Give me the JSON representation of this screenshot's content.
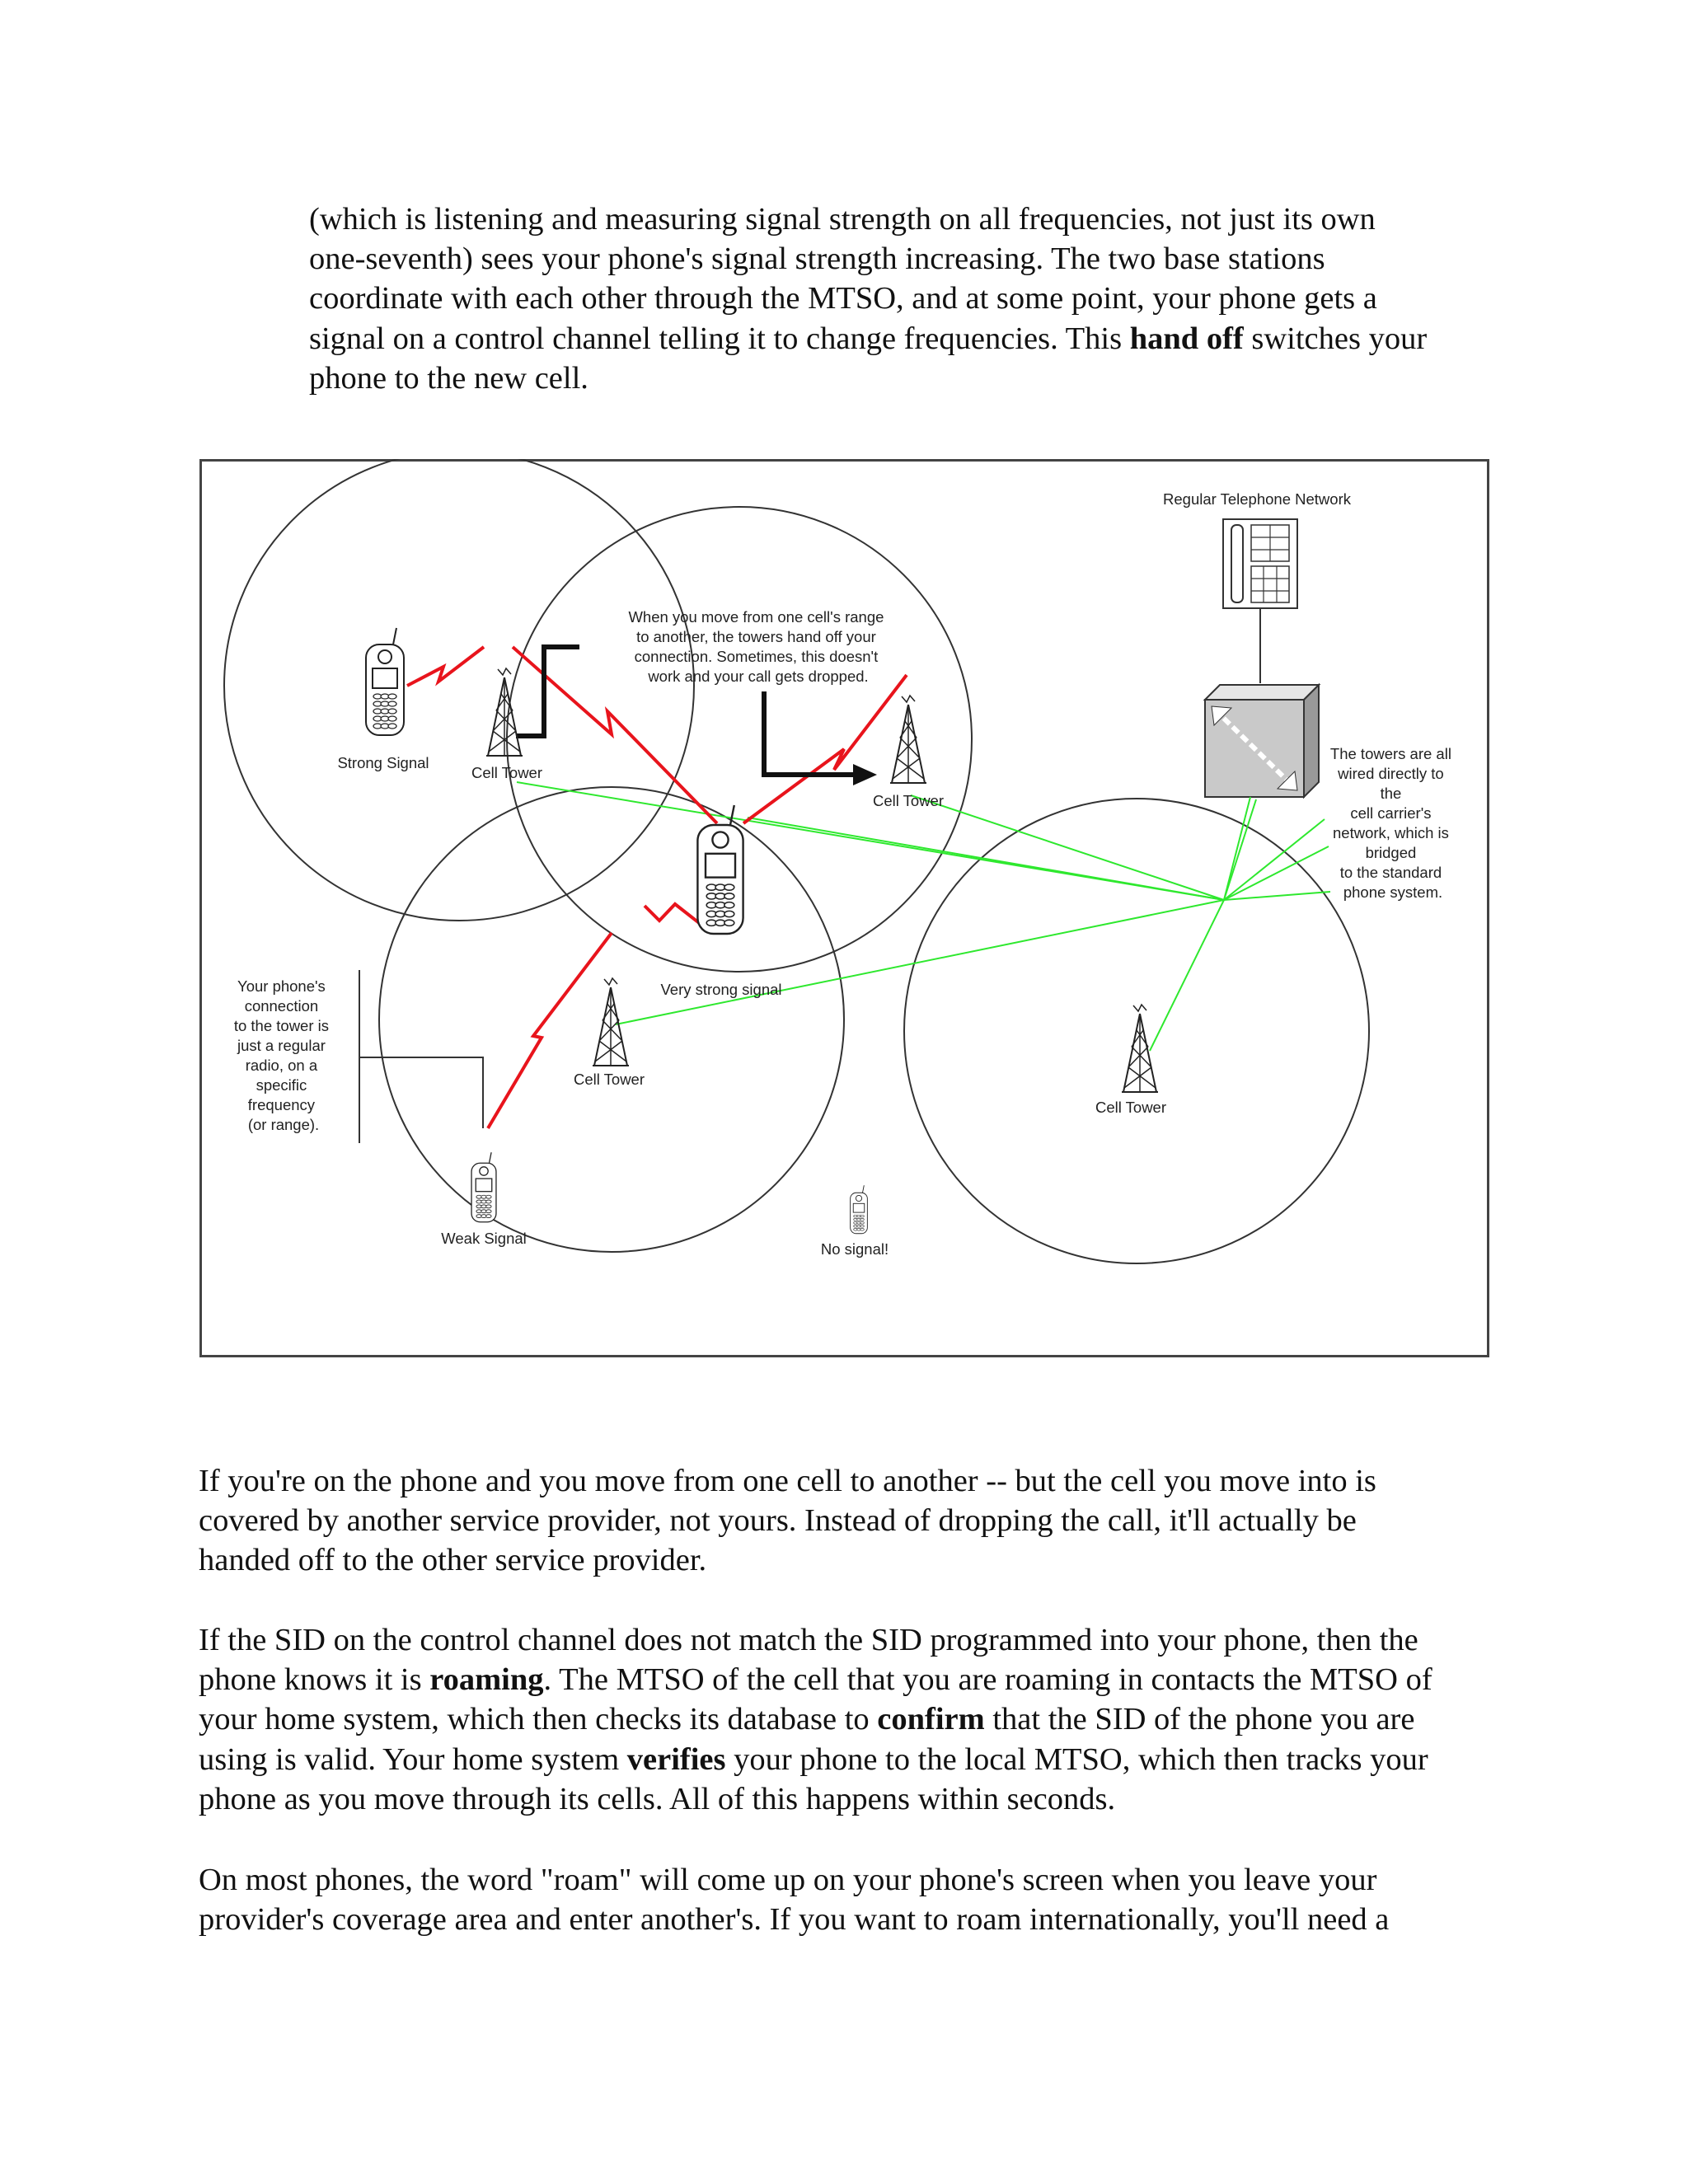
{
  "paragraphs": {
    "top": {
      "lines": [
        "(which is listening and measuring signal strength on all frequencies, not just its own",
        "one-seventh) sees your phone's signal strength increasing. The two base stations",
        "coordinate with each other through the MTSO, and at some point, your phone gets a"
      ],
      "line4_pre": "signal on a control channel telling it to change frequencies. This ",
      "line4_bold": "hand off",
      "line4_post": " switches your",
      "line5": "phone to the new cell."
    },
    "handoff": {
      "lines": [
        "If you're on the phone and you move from one cell to another -- but the cell you move into is",
        "covered by another service provider, not yours. Instead of dropping the call, it'll actually be",
        "handed off to the other service provider."
      ]
    },
    "sid": {
      "line1": "If the SID on the control channel does not match the SID programmed into your phone, then the",
      "line2_pre": "phone knows it is ",
      "line2_bold": "roaming",
      "line2_post": ". The MTSO of the cell that you are roaming in contacts the MTSO of",
      "line3_pre": "your home system, which then checks its database to ",
      "line3_bold": "confirm",
      "line3_post": " that the SID of the phone you are",
      "line4_pre": "using is valid. Your home system ",
      "line4_bold": "verifies",
      "line4_post": " your phone to the local MTSO, which then tracks your",
      "line5": "phone as you move through its cells. All of this happens within seconds."
    },
    "roam": {
      "lines": [
        "On most phones, the word \"roam\" will come up on your phone's screen when you leave your",
        "provider's coverage area and enter another's. If you want to roam internationally, you'll need a"
      ]
    }
  },
  "diagram": {
    "network_label": "Regular Telephone Network",
    "handoff_note": [
      "When you move from one cell's range",
      "to another, the towers hand off your",
      "connection. Sometimes, this doesn't",
      "work and your call gets dropped."
    ],
    "towers_note": [
      "The towers are all",
      "wired directly to",
      "the",
      "cell carrier's",
      "network, which is",
      "bridged",
      "to the standard",
      "phone system."
    ],
    "connection_note": [
      "Your phone's",
      "connection",
      "to the tower is",
      "just a regular",
      "radio, on a",
      "specific",
      "frequency",
      "(or range)."
    ],
    "strong_signal": "Strong Signal",
    "very_strong_signal": "Very strong signal",
    "weak_signal": "Weak Signal",
    "no_signal": "No signal!",
    "cell_tower": "Cell Tower",
    "colors": {
      "signal": "#e8141c",
      "wire": "#2ee82e",
      "outline": "#333333"
    }
  }
}
